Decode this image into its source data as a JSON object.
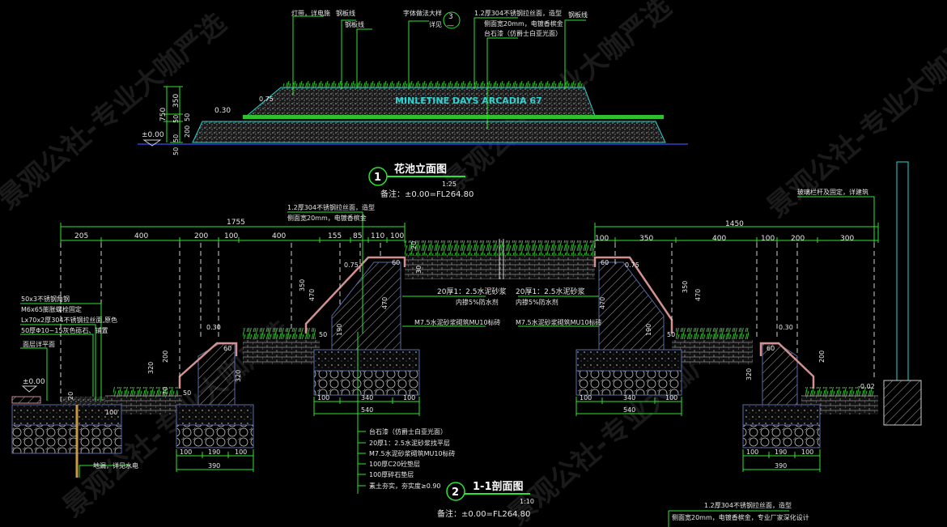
{
  "colors": {
    "background": "#000000",
    "dimension": "#2ee62e",
    "outline_cyan": "#2ad4d4",
    "finish_pink": "#d49090",
    "stone": "#9a9a9a",
    "grass": "#2fbf2f",
    "foundation": "#5a6aa8"
  },
  "watermark": "景观公社-专业大咖严选",
  "elevation": {
    "labels": [
      "灯带，详电施",
      "钢板线",
      "钢板线",
      "字体做法大样",
      "详见",
      "1.2厚304不锈钢拉丝面，造型",
      "侧面宽20mm，电镀香槟金",
      "台石漆（仿爵士白亚光面）",
      "钢板线"
    ],
    "detail_ref": {
      "number": "3",
      "sheet": "—"
    },
    "sign_text": "MINLETINE DAYS ARCADIA 67",
    "dims": {
      "total": "750",
      "top": "350",
      "gap1": "50",
      "mid": "200",
      "gap2": "50",
      "base": "50",
      "below": "50"
    },
    "levels": {
      "ground": "±0.00",
      "lower_slope": "0.30",
      "upper_slope": "0.75"
    },
    "title": {
      "number": "1",
      "name": "花池立面图",
      "scale": "1:25",
      "note": "备注：±0.00=FL264.80"
    }
  },
  "section": {
    "top_note": [
      "1.2厚304不锈钢拉丝面，造型",
      "侧面宽20mm，电镀香槟金"
    ],
    "right_top_note": "玻璃栏杆及固定，详建筑",
    "left_dims": {
      "total": "1755",
      "parts": [
        "205",
        "400",
        "200",
        "100",
        "400",
        "155",
        "85",
        "110",
        "100"
      ]
    },
    "right_dims": {
      "total": "1450",
      "parts": [
        "100",
        "350",
        "400",
        "100",
        "200",
        "300"
      ]
    },
    "left_notes": [
      "50x3不锈钢角钢",
      "M6x65膨胀螺栓固定",
      "Lx70x2厚304不锈钢拉丝面,原色",
      "50厚Φ10~15灰色砾石、铺置",
      "面层详平面"
    ],
    "ground_level": "±0.00",
    "drain_note": "地漏，详见水电",
    "mortar": [
      "20厚1：2.5水泥砂浆",
      "内掺5%防水剂",
      "M7.5水泥砂浆砌筑MU10标砖"
    ],
    "layers": [
      "台石漆（仿爵士白亚光面）",
      "20厚1：2.5水泥砂浆找平层",
      "M7.5水泥砂浆砌筑MU10标砖",
      "100厚C20砼垫层",
      "100厚碎石垫层",
      "素土夯实，夯实度≥0.90"
    ],
    "small_dims": {
      "s075": "0.75",
      "s030": "0.30",
      "s60": "60",
      "s470": "470",
      "s350": "350",
      "s190": "190",
      "s50": "50",
      "s200": "200",
      "s320": "320",
      "s70": "70",
      "s20": "20",
      "s100": "100",
      "s30": "30",
      "s002": "-0.02"
    },
    "footing_small": [
      "100",
      "190",
      "100"
    ],
    "footing_small_total": "390",
    "footing_large": [
      "100",
      "340",
      "100"
    ],
    "footing_large_total": "540",
    "title": {
      "number": "2",
      "name": "1-1剖面图",
      "scale": "1:10",
      "note": "备注：±0.00=FL264.80"
    },
    "bottom_right_note": [
      "1.2厚304不锈钢拉丝面，造型",
      "侧面宽20mm，电镀香槟金，专业厂家深化设计"
    ]
  }
}
